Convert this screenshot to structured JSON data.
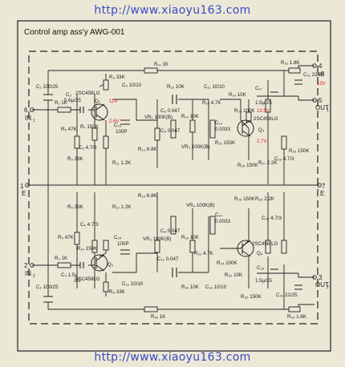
{
  "watermark": "http://www.xiaoyu163.com",
  "title": "Control amp ass'y AWG-001",
  "pins": {
    "p6": "6",
    "in1": "IN",
    "in1_sub": "1",
    "pE_left": "1",
    "e_left": "E",
    "p2": "2",
    "in2": "IN",
    "in2_sub": "2",
    "p4": "4",
    "plus8": "+8",
    "p5": "5",
    "out1": "OUT",
    "out1_sub": "1",
    "p7": "7",
    "e_right": "E",
    "p3": "3",
    "out2": "OUT",
    "out2_sub": "2"
  },
  "labels": {
    "c1": "C₁ 100/25",
    "r1": "R₁ 1K",
    "c3": "C₃",
    "c3v": "5.6μ/25",
    "r5": "R₅ 47K",
    "r7": "R₇ 150K",
    "c5": "C₅ 4.7/3",
    "r9": "R₉ 33K",
    "r8": "R₈ 33K",
    "r11": "R₁₁ 1.2K",
    "r12": "R₁₂ 1.2K",
    "c23": "C₂₃",
    "c23v": "100P",
    "q1": "2SC458LG",
    "q1n": "Q₁",
    "r3": "R₃ 33K",
    "c9": "C₉ 10/10",
    "r17": "R₁₇ 1K",
    "r15": "R₁₅ 10K",
    "c11": "C₁₁ 10/10",
    "vr1": "VR₁ 100K(B)",
    "r13": "R₁₃ 6.8K",
    "c6": "C₆ 0.047",
    "c8": "C₈ 0.047",
    "r14": "R₁₄ 10K",
    "r16": "R₁₆ 4.7K",
    "vr3": "VR₃ 100K(B)",
    "c13": "C₁₃",
    "c13v": "0.0033",
    "r21": "R₂₁ 150K",
    "r19": "R₁₉ 10K",
    "r23": "R₂₃ 100K",
    "q3": "2SC458LG",
    "q3n": "Q₃",
    "r25": "R₂₅ 150K",
    "r27": "R₂₇ 2.2K",
    "c17": "C₁₇",
    "c17v": "1.5μ/25",
    "c19": "C₁₉ 4.7/3",
    "r31": "R₃₁ 1.8K",
    "c21": "C₂₁ 22/25",
    "r29": "R₂₉ 150K",
    "v12a": "12V",
    "v26": "2.6V",
    "v135": "13.5V",
    "v27": "2.7V",
    "v13": "13V",
    "r6": "R₆ 33K",
    "c4": "C₄ 1.5μ",
    "c4v": "/25",
    "r2": "R₂ 1K",
    "r4": "R₄ 47K",
    "c6b": "C₆ 4.7/3",
    "r10": "R₁₀ 150K",
    "c24": "C₂₄",
    "c24v": "100P",
    "q2": "2SC458LG",
    "q2n": "Q₂",
    "r8b": "R₈ 33K",
    "c10": "C₁₀ 10/10",
    "c2": "C₂ 100/25",
    "r18": "R₁₈ 1K",
    "vr2": "VR₂ 100K(B)",
    "r14b": "R₁₄ 6.8K",
    "c8b": "C₈ 0.047",
    "c10b": "C₁₀ 0.047",
    "r18b": "R₁₈ 10K",
    "r22": "R₂₂ 4.7K",
    "vr4": "VR₄ 100K(B)",
    "c14": "C₁₄",
    "c14v": "0.0033",
    "r16b": "R₁₆ 10K",
    "c12": "C₁₂ 10/10",
    "r20": "R₂₀ 10K",
    "r24": "R₂₄ 100K",
    "r26": "R₂₆ 150K",
    "r28": "R₂₈ 2.2K",
    "c20": "C₂₀ 4.7/3",
    "q4": "2SC458 LG",
    "q4n": "Q₄",
    "r30": "R₃₀ 150K",
    "c18": "C₁₈",
    "c18v": "1.5μ/25",
    "c22": "C₂₂ 22/25",
    "r32": "R₃₂ 1.8K"
  }
}
